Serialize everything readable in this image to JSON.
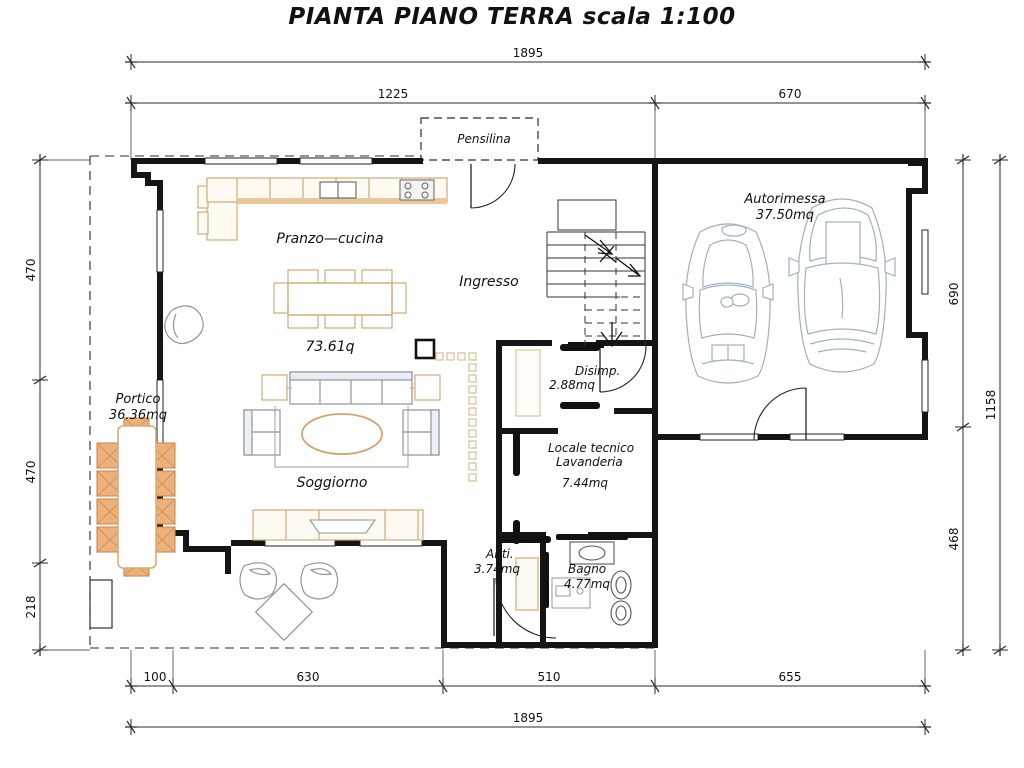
{
  "title": "PIANTA PIANO TERRA scala 1:100",
  "colors": {
    "line": "#1a1a1a",
    "wall": "#141414",
    "furniture_tan": "#d9b98a",
    "furniture_orange": "#e8a56a",
    "car_blue": "#8fa3b8",
    "sofa_gray": "#8d959e",
    "dim_line": "#2b2b2b",
    "dashed": "#2b2b2b"
  },
  "dimensions": {
    "top_outer": {
      "label": "1895"
    },
    "top_inner": [
      {
        "label": "1225"
      },
      {
        "label": "670"
      }
    ],
    "bottom_inner": [
      {
        "label": "100"
      },
      {
        "label": "630"
      },
      {
        "label": "510"
      },
      {
        "label": "655"
      }
    ],
    "bottom_outer": {
      "label": "1895"
    },
    "left": [
      {
        "label": "470"
      },
      {
        "label": "470"
      },
      {
        "label": "218"
      }
    ],
    "right_inner": [
      {
        "label": "690"
      },
      {
        "label": "468"
      }
    ],
    "right_outer": {
      "label": "1158"
    }
  },
  "rooms": [
    {
      "id": "pranzo-cucina",
      "name": "Pranzo—cucina",
      "area": "73.61q"
    },
    {
      "id": "ingresso",
      "name": "Ingresso",
      "area": ""
    },
    {
      "id": "soggiorno",
      "name": "Soggiorno",
      "area": ""
    },
    {
      "id": "portico",
      "name": "Portico",
      "area": "36.36mq"
    },
    {
      "id": "autorimessa",
      "name": "Autorimessa",
      "area": "37.50mq"
    },
    {
      "id": "disimpegno",
      "name": "Disimp.",
      "area": "2.88mq"
    },
    {
      "id": "locale-tecnico",
      "name": "Locale  tecnico",
      "name2": "Lavanderia",
      "area": "7.44mq"
    },
    {
      "id": "anti",
      "name": "Anti.",
      "area": "3.74mq"
    },
    {
      "id": "bagno",
      "name": "Bagno",
      "area": "4.77mq"
    },
    {
      "id": "pensilina",
      "name": "Pensilina",
      "area": ""
    }
  ],
  "labels": {
    "pranzo_cucina": "Pranzo—cucina",
    "pranzo_cucina_area": "73.61q",
    "ingresso": "Ingresso",
    "soggiorno": "Soggiorno",
    "portico": "Portico",
    "portico_area": "36.36mq",
    "autorimessa": "Autorimessa",
    "autorimessa_area": "37.50mq",
    "disimp": "Disimp.",
    "disimp_area": "2.88mq",
    "locale_tecnico": "Locale  tecnico",
    "lavanderia": "Lavanderia",
    "lavanderia_area": "7.44mq",
    "anti": "Anti.",
    "anti_area": "3.74mq",
    "bagno": "Bagno",
    "bagno_area": "4.77mq",
    "pensilina": "Pensilina"
  }
}
